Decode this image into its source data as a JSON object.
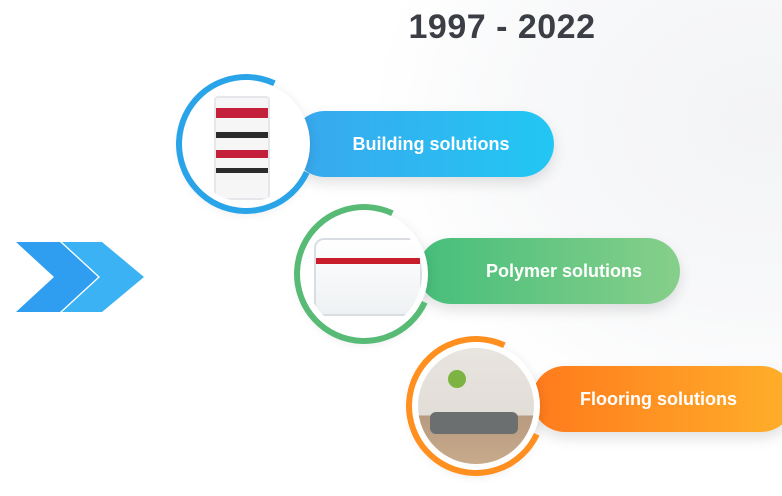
{
  "timeline": {
    "range": "1997 - 2022"
  },
  "items": [
    {
      "id": "building",
      "label": "Building solutions",
      "accent": "#22c7f3",
      "icon": "cement-bag-photo"
    },
    {
      "id": "polymer",
      "label": "Polymer solutions",
      "accent": "#57bb76",
      "icon": "water-tank-photo"
    },
    {
      "id": "flooring",
      "label": "Flooring solutions",
      "accent": "#ff8f1f",
      "icon": "living-room-photo"
    }
  ],
  "decor": {
    "arrow_color": "#2f9df0",
    "arrow_icon": "double-chevron-right-icon"
  }
}
